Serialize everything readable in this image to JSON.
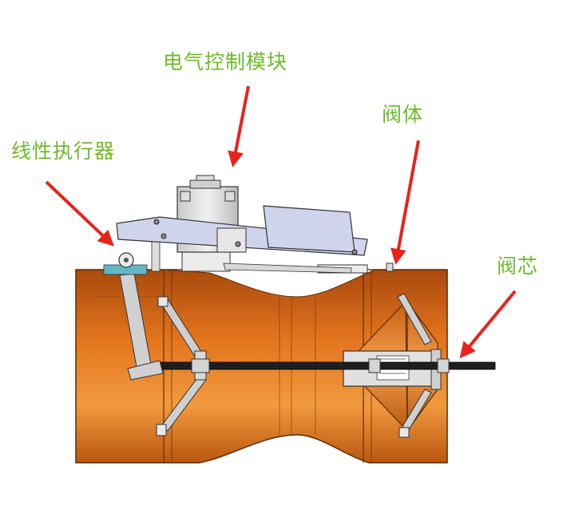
{
  "labels": {
    "electric_control_module": "电气控制模块",
    "linear_actuator": "线性执行器",
    "valve_body": "阀体",
    "valve_core": "阀芯"
  },
  "colors": {
    "label_text": "#6fba2c",
    "arrow": "#e8231b",
    "pipe_orange": "#e2721a",
    "pipe_dark": "#a84a0c",
    "housing_gray": "#dedede",
    "lever_blue": "#cfd4ec",
    "outline": "#3a3a3a"
  }
}
